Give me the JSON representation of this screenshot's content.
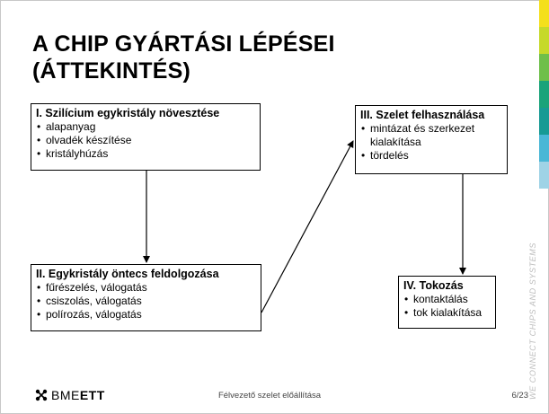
{
  "title_line1": "A CHIP GYÁRTÁSI LÉPÉSEI",
  "title_line2": "(ÁTTEKINTÉS)",
  "boxes": {
    "b1": {
      "heading": "I. Szilícium egykristály növesztése",
      "items": [
        "alapanyag",
        "olvadék készítése",
        "kristályhúzás"
      ]
    },
    "b2": {
      "heading": "II. Egykristály öntecs feldolgozása",
      "items": [
        "fűrészelés, válogatás",
        "csiszolás, válogatás",
        "polírozás, válogatás"
      ]
    },
    "b3": {
      "heading": "III. Szelet felhasználása",
      "items": [
        "mintázat és szerkezet kialakítása",
        "tördelés"
      ]
    },
    "b4": {
      "heading": "IV. Tokozás",
      "items": [
        "kontaktálás",
        "tok kialakítása"
      ]
    }
  },
  "side_watermark": "WE CONNECT CHIPS AND SYSTEMS",
  "side_strip_colors": [
    "#f4e01c",
    "#c6d92a",
    "#6fbf4a",
    "#1aa37a",
    "#179a94",
    "#4ab7d6",
    "#9fd3e6"
  ],
  "footer": {
    "logo_light": "BME",
    "logo_bold": "ETT",
    "center": "Félvezető szelet előállítása",
    "page": "6/23"
  }
}
